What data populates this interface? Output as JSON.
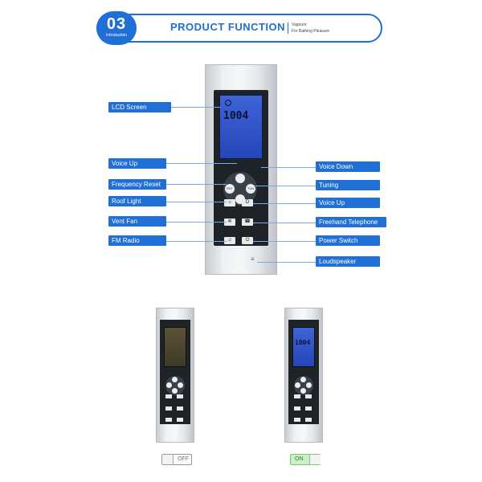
{
  "header": {
    "number": "03",
    "number_sub": "Introduction",
    "title": "PRODUCT FUNCTION",
    "tag_line1": "Vagoure",
    "tag_line2": "For Bathing Pleasure",
    "accent_color": "#1f6fd6"
  },
  "remote": {
    "lcd_digits": "1004",
    "dpad_left": "RST",
    "dpad_right": "TUN"
  },
  "labels_left": [
    "LCD Screen",
    "Voice Up",
    "Frequency Reset",
    "Roof Light",
    "Vent Fan",
    "FM Radio"
  ],
  "labels_right": [
    "Voice Down",
    "Tuning",
    "Voice Up",
    "Freehand Telephone",
    "Power Switch",
    "Loudspeaker"
  ],
  "variants": {
    "off_digits": "",
    "on_digits": "1004",
    "off_label": "OFF",
    "on_label": "ON"
  }
}
